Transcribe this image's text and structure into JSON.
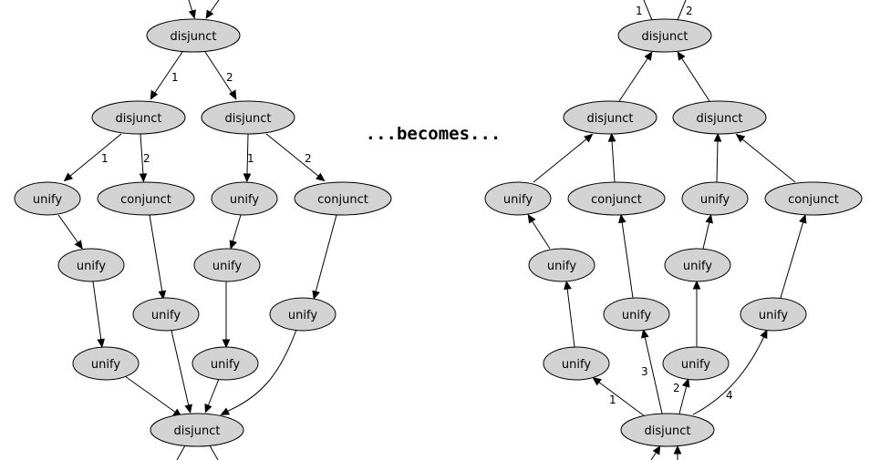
{
  "caption": "...becomes...",
  "left_graph": {
    "nodes": [
      {
        "id": "L_d0",
        "label": "disjunct"
      },
      {
        "id": "L_d1",
        "label": "disjunct"
      },
      {
        "id": "L_d2",
        "label": "disjunct"
      },
      {
        "id": "L_u1",
        "label": "unify"
      },
      {
        "id": "L_c1",
        "label": "conjunct"
      },
      {
        "id": "L_u2",
        "label": "unify"
      },
      {
        "id": "L_c2",
        "label": "conjunct"
      },
      {
        "id": "L_u3",
        "label": "unify"
      },
      {
        "id": "L_u4",
        "label": "unify"
      },
      {
        "id": "L_u5",
        "label": "unify"
      },
      {
        "id": "L_u6",
        "label": "unify"
      },
      {
        "id": "L_u7",
        "label": "unify"
      },
      {
        "id": "L_u8",
        "label": "unify"
      },
      {
        "id": "L_dbot",
        "label": "disjunct"
      }
    ],
    "edges": [
      {
        "from": "L_d0",
        "to": "L_d1",
        "label": "1"
      },
      {
        "from": "L_d0",
        "to": "L_d2",
        "label": "2"
      },
      {
        "from": "L_d1",
        "to": "L_u1",
        "label": "1"
      },
      {
        "from": "L_d1",
        "to": "L_c1",
        "label": "2"
      },
      {
        "from": "L_d2",
        "to": "L_u2",
        "label": "1"
      },
      {
        "from": "L_d2",
        "to": "L_c2",
        "label": "2"
      },
      {
        "from": "L_u1",
        "to": "L_u3",
        "label": ""
      },
      {
        "from": "L_u3",
        "to": "L_u5",
        "label": ""
      },
      {
        "from": "L_c1",
        "to": "L_u4",
        "label": ""
      },
      {
        "from": "L_u2",
        "to": "L_u6",
        "label": ""
      },
      {
        "from": "L_u6",
        "to": "L_u7",
        "label": ""
      },
      {
        "from": "L_c2",
        "to": "L_u8",
        "label": ""
      },
      {
        "from": "L_u5",
        "to": "L_dbot",
        "label": ""
      },
      {
        "from": "L_u4",
        "to": "L_dbot",
        "label": ""
      },
      {
        "from": "L_u7",
        "to": "L_dbot",
        "label": ""
      },
      {
        "from": "L_u8",
        "to": "L_dbot",
        "label": ""
      }
    ]
  },
  "right_graph": {
    "nodes": [
      {
        "id": "R_d0",
        "label": "disjunct"
      },
      {
        "id": "R_d1",
        "label": "disjunct"
      },
      {
        "id": "R_d2",
        "label": "disjunct"
      },
      {
        "id": "R_u1",
        "label": "unify"
      },
      {
        "id": "R_c1",
        "label": "conjunct"
      },
      {
        "id": "R_u2",
        "label": "unify"
      },
      {
        "id": "R_c2",
        "label": "conjunct"
      },
      {
        "id": "R_u3",
        "label": "unify"
      },
      {
        "id": "R_u4",
        "label": "unify"
      },
      {
        "id": "R_u5",
        "label": "unify"
      },
      {
        "id": "R_u6",
        "label": "unify"
      },
      {
        "id": "R_u7",
        "label": "unify"
      },
      {
        "id": "R_u8",
        "label": "unify"
      },
      {
        "id": "R_dbot",
        "label": "disjunct"
      }
    ],
    "edges": [
      {
        "from": "R_d1",
        "to": "R_d0",
        "label": ""
      },
      {
        "from": "R_d2",
        "to": "R_d0",
        "label": ""
      },
      {
        "from": "R_u1",
        "to": "R_d1",
        "label": ""
      },
      {
        "from": "R_c1",
        "to": "R_d1",
        "label": ""
      },
      {
        "from": "R_u2",
        "to": "R_d2",
        "label": ""
      },
      {
        "from": "R_c2",
        "to": "R_d2",
        "label": ""
      },
      {
        "from": "R_u3",
        "to": "R_u1",
        "label": ""
      },
      {
        "from": "R_u5",
        "to": "R_u3",
        "label": ""
      },
      {
        "from": "R_u4",
        "to": "R_c1",
        "label": ""
      },
      {
        "from": "R_u6",
        "to": "R_u2",
        "label": ""
      },
      {
        "from": "R_u7",
        "to": "R_u6",
        "label": ""
      },
      {
        "from": "R_u8",
        "to": "R_c2",
        "label": ""
      },
      {
        "from": "R_dbot",
        "to": "R_u5",
        "label": "1"
      },
      {
        "from": "R_dbot",
        "to": "R_u4",
        "label": "3"
      },
      {
        "from": "R_dbot",
        "to": "R_u7",
        "label": "2"
      },
      {
        "from": "R_dbot",
        "to": "R_u8",
        "label": "4"
      }
    ],
    "incoming_top_labels": [
      "1",
      "2"
    ]
  }
}
